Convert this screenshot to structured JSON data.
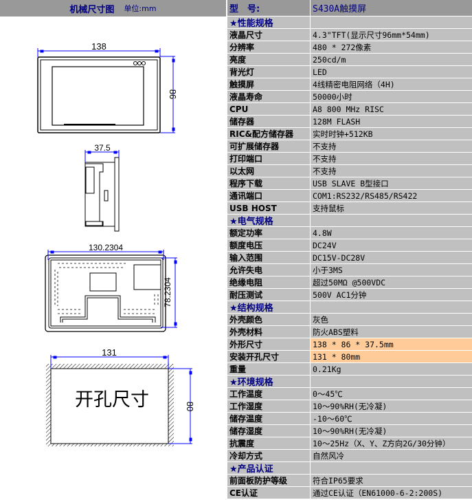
{
  "left": {
    "title": "机械尺寸图",
    "unit": "单位:mm",
    "dims": {
      "front_width": "138",
      "front_height": "86",
      "depth": "37.5",
      "back_width": "130.2304",
      "back_height": "78.2304",
      "cut_width": "131",
      "cut_height": "80",
      "cut_label": "开孔尺寸"
    }
  },
  "header": {
    "label": "型　号:",
    "value": "S430A触摸屏"
  },
  "rows": [
    {
      "type": "sec",
      "label": "★性能规格",
      "value": ""
    },
    {
      "label": "液晶尺寸",
      "value": "4.3\"TFT(显示尺寸96mm*54mm)"
    },
    {
      "label": "分辨率",
      "value": "480 * 272像素"
    },
    {
      "label": "亮度",
      "value": "250cd/m"
    },
    {
      "label": "背光灯",
      "value": "LED"
    },
    {
      "label": "触摸屏",
      "value": "4线精密电阻网络（4H)"
    },
    {
      "label": "液晶寿命",
      "value": "50000小时"
    },
    {
      "label": "CPU",
      "value": "A8 800 MHz RISC"
    },
    {
      "label": "储存器",
      "value": "128M FLASH"
    },
    {
      "label": "RIC&配方储存器",
      "value": "实时时钟+512KB"
    },
    {
      "label": "可扩展储存器",
      "value": "不支持"
    },
    {
      "label": "打印端口",
      "value": "不支持"
    },
    {
      "label": "以太网",
      "value": "不支持"
    },
    {
      "label": "程序下载",
      "value": "USB SLAVE B型接口"
    },
    {
      "label": "通讯端口",
      "value": "COM1:RS232/RS485/RS422"
    },
    {
      "label": "USB HOST",
      "value": "支持鼠标"
    },
    {
      "type": "sec",
      "label": "★电气规格",
      "value": ""
    },
    {
      "label": "额定功率",
      "value": "4.8W"
    },
    {
      "label": "额度电压",
      "value": "DC24V"
    },
    {
      "label": "输入范围",
      "value": "DC15V-DC28V"
    },
    {
      "label": "允许失电",
      "value": "小于3MS"
    },
    {
      "label": "绝缘电阻",
      "value": "超过50MΩ @500VDC"
    },
    {
      "label": "耐压测试",
      "value": "500V AC1分钟"
    },
    {
      "type": "sec",
      "label": "★结构规格",
      "value": ""
    },
    {
      "label": "外壳颜色",
      "value": "灰色"
    },
    {
      "label": "外壳材料",
      "value": "防火ABS塑料"
    },
    {
      "type": "hl",
      "label": "外形尺寸",
      "value": "138 * 86 * 37.5mm"
    },
    {
      "type": "hl",
      "label": "安装开孔尺寸",
      "value": "131 * 80mm"
    },
    {
      "label": "重量",
      "value": "0.21Kg"
    },
    {
      "type": "sec",
      "label": "★环境规格",
      "value": ""
    },
    {
      "label": "工作温度",
      "value": "0～45℃"
    },
    {
      "label": "工作湿度",
      "value": "10～90%RH(无冷凝)"
    },
    {
      "label": "储存温度",
      "value": "-10～60℃"
    },
    {
      "label": "储存湿度",
      "value": "10～90%RH(无冷凝)"
    },
    {
      "label": "抗震度",
      "value": "10～25Hz（X、Y、Z方向2G/30分钟）"
    },
    {
      "label": "冷却方式",
      "value": "自然风冷"
    },
    {
      "type": "sec",
      "label": "★产品认证",
      "value": ""
    },
    {
      "label": "前面板防护等级",
      "value": "符合IP65要求"
    },
    {
      "label": "CE认证",
      "value": "通过CE认证（EN61000-6-2:200S)"
    }
  ],
  "colors": {
    "header_bg": "#999999",
    "row_bg": "#c0c0c0",
    "highlight": "#ffcc99",
    "section_text": "#000080",
    "dim_line": "#0000ff"
  }
}
